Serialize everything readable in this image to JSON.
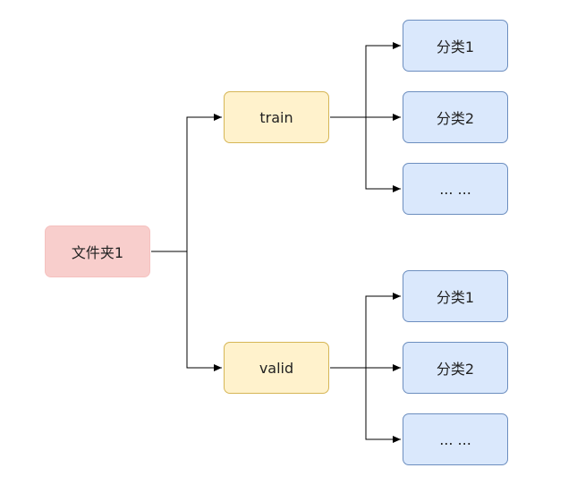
{
  "root": {
    "label": "文件夹1"
  },
  "branches": [
    {
      "label": "train",
      "children": [
        "分类1",
        "分类2",
        "... ..."
      ]
    },
    {
      "label": "valid",
      "children": [
        "分类1",
        "分类2",
        "... ..."
      ]
    }
  ],
  "colors": {
    "root_fill": "#f8cecc",
    "branch_fill": "#fff2cc",
    "branch_stroke": "#d6b656",
    "leaf_fill": "#dae8fc",
    "leaf_stroke": "#6c8ebf",
    "edge": "#000000"
  }
}
